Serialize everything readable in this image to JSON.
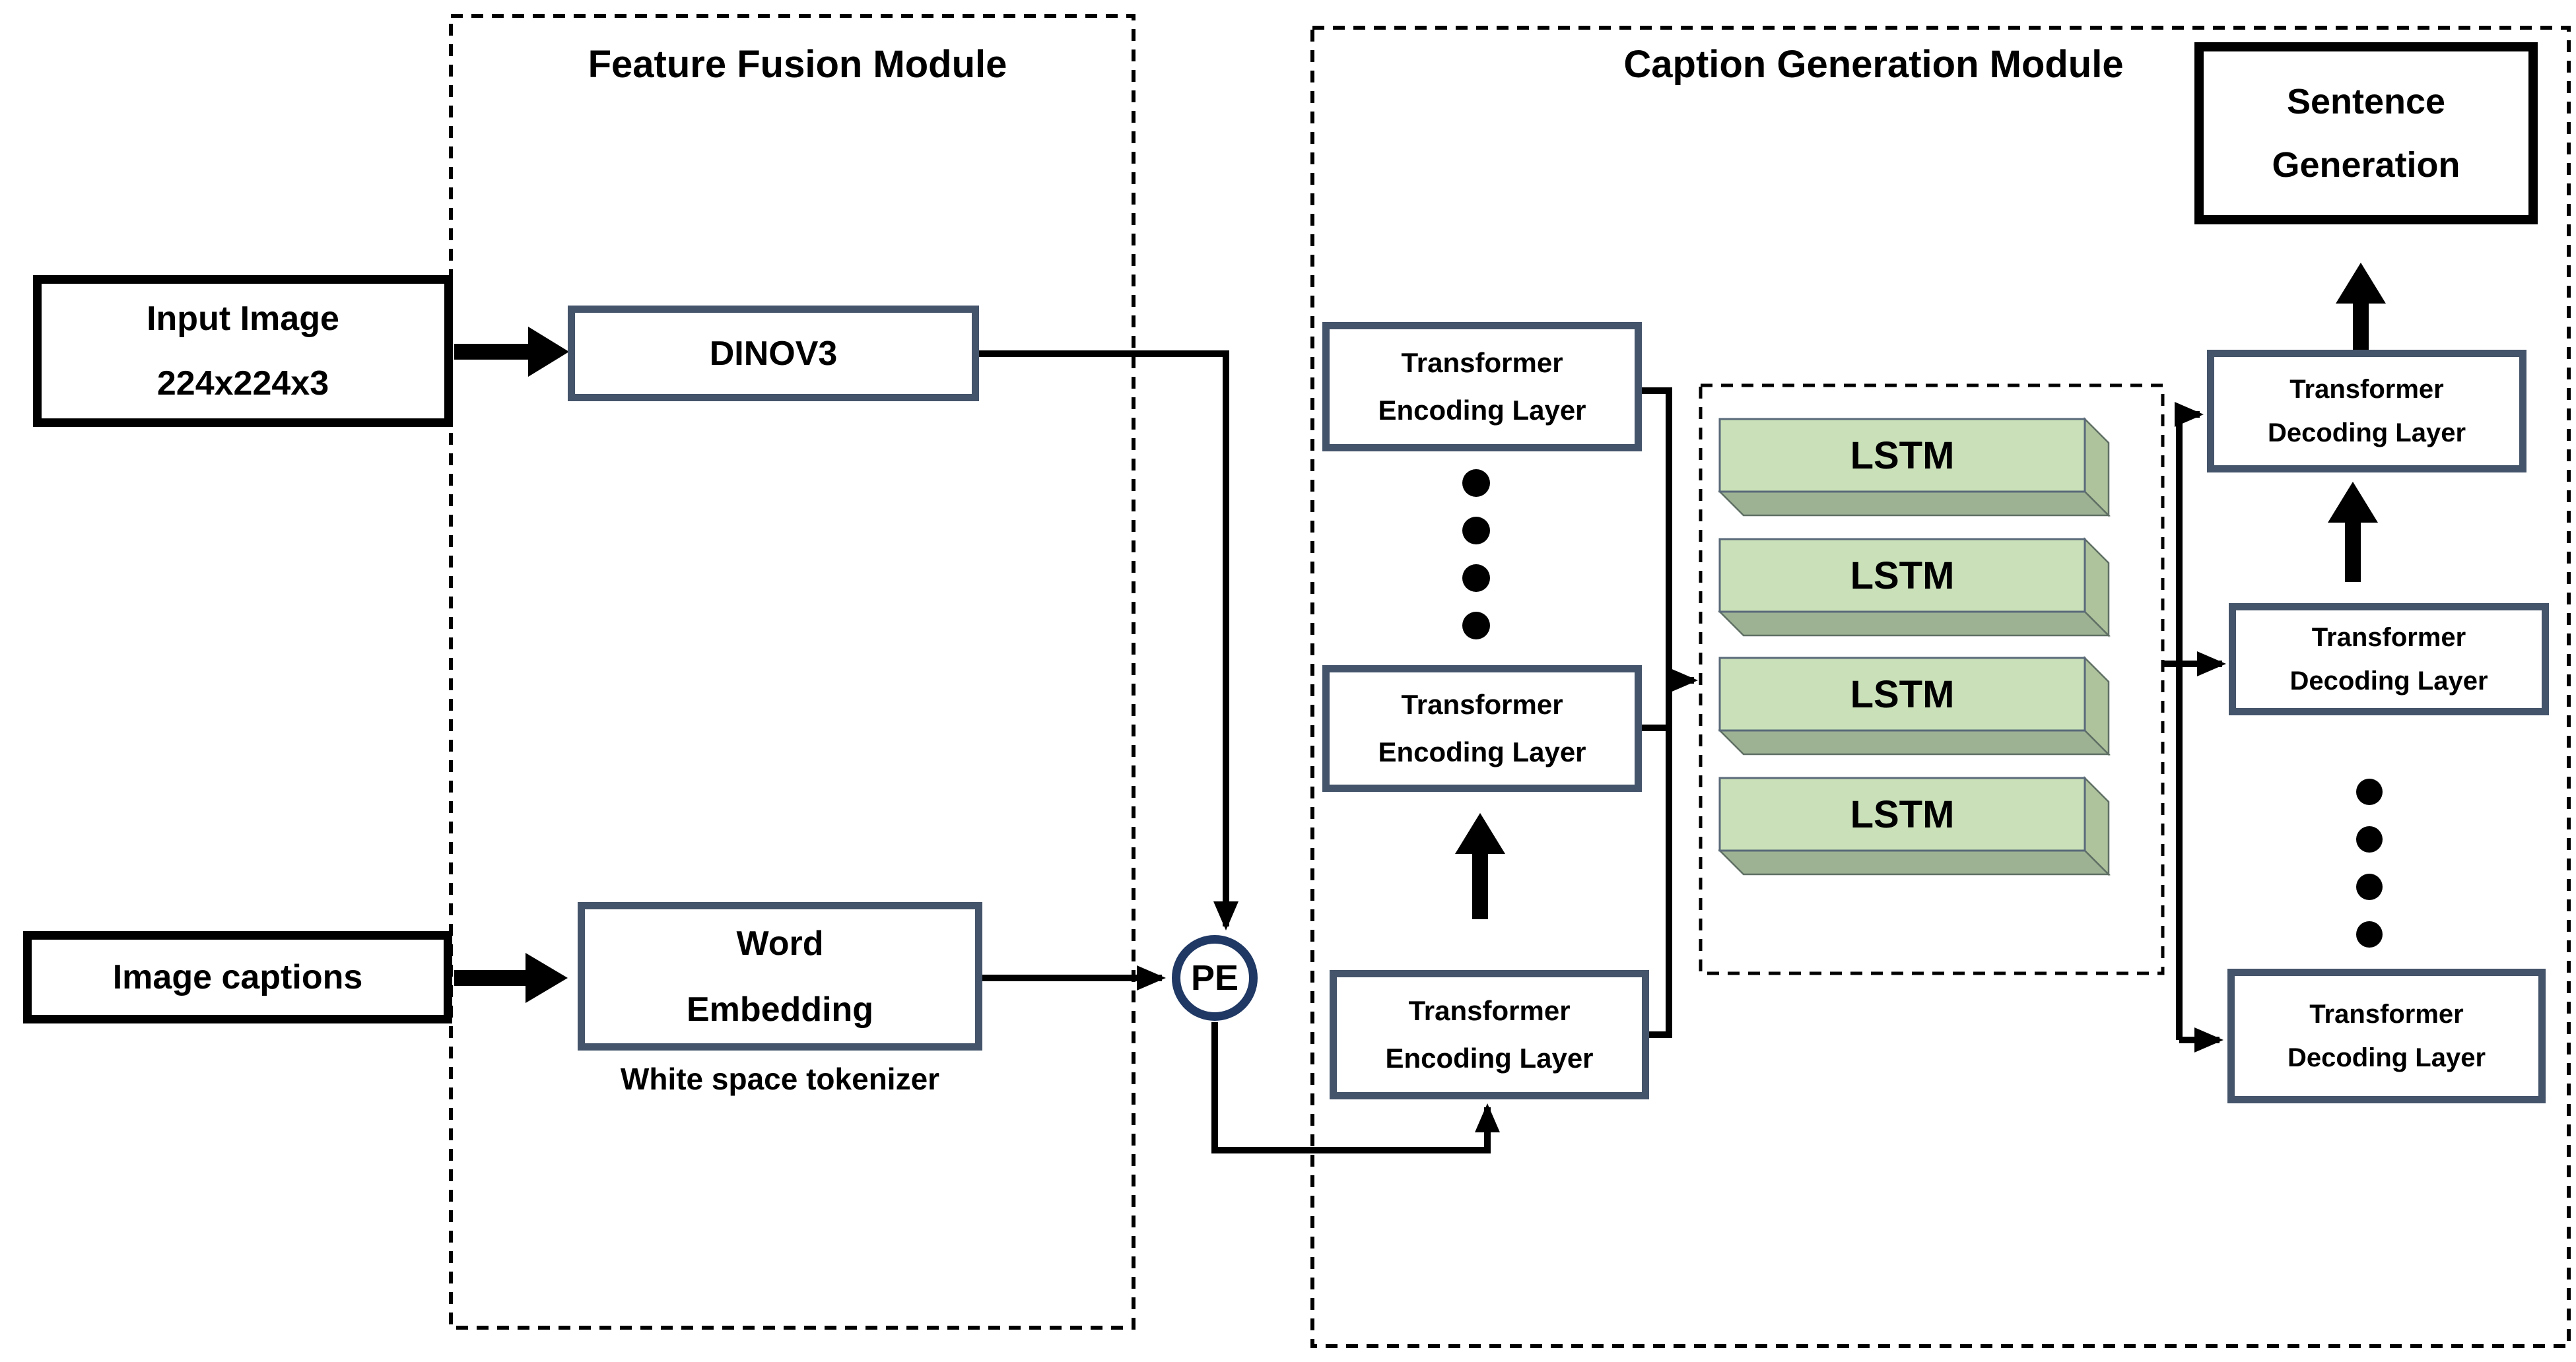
{
  "titles": {
    "feature_fusion": "Feature Fusion Module",
    "caption_generation": "Caption Generation Module"
  },
  "nodes": {
    "input_image": {
      "line1": "Input Image",
      "line2": "224x224x3"
    },
    "dinov3": "DINOV3",
    "image_captions": "Image captions",
    "word_embedding": {
      "line1": "Word",
      "line2": "Embedding"
    },
    "tokenizer_note": "White space tokenizer",
    "positional_encoding": "PE",
    "transformer_encoder": {
      "line1": "Transformer",
      "line2": "Encoding Layer"
    },
    "lstm": "LSTM",
    "transformer_decoder": {
      "line1": "Transformer",
      "line2": "Decoding Layer"
    },
    "sentence_generation": {
      "line1": "Sentence",
      "line2": "Generation"
    }
  },
  "colors": {
    "background": "#FFFFFF",
    "black": "#000000",
    "box_border_slate": "#44546A",
    "pe_border": "#1F3864",
    "lstm_front_fill": "#C9E0B8",
    "lstm_bottom_fill": "#9DB293",
    "lstm_right_fill": "#AEC29C",
    "lstm_edge": "#5F6F64"
  }
}
